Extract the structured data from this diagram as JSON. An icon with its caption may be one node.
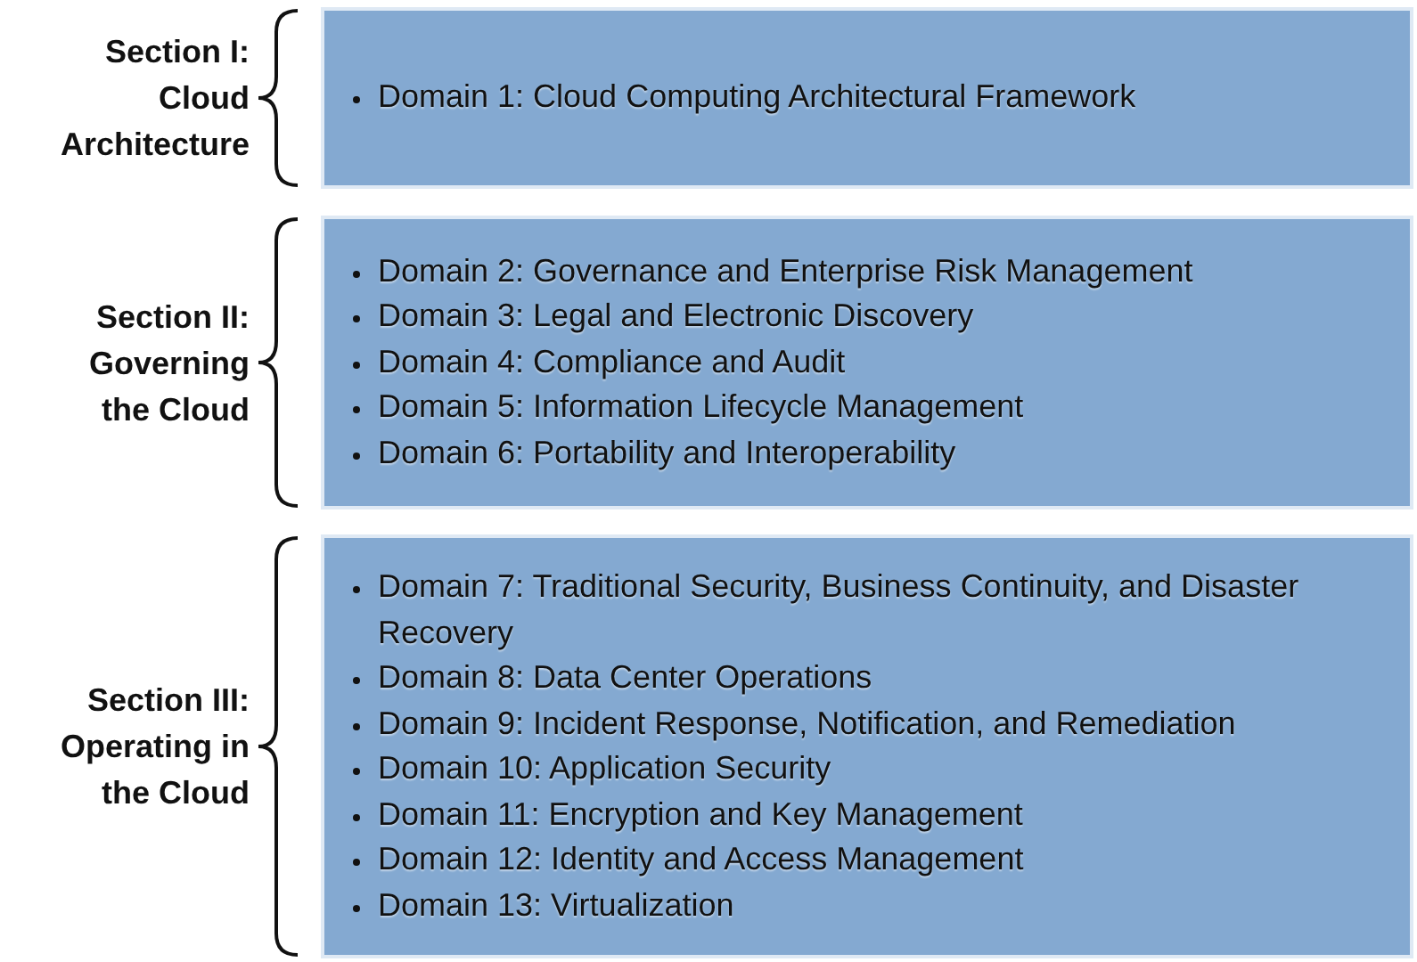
{
  "diagram": {
    "nodes": [
      {
        "text": [
          "Domain 1: Cloud Computing Architectural Framework"
        ],
        "beside": [
          "Section I: Cloud Architecture"
        ]
      },
      {
        "text": [
          "Domain 2: Governance and Enterprise Risk Management",
          "Domain 3: Legal and Electronic Discovery",
          "Domain 4: Compliance and Audit",
          "Domain 5: Information Lifecycle Management",
          "Domain 6: Portability and Interoperability"
        ],
        "beside": [
          "Section II: Governing the Cloud"
        ]
      },
      {
        "text": [
          "Domain 7: Traditional Security, Business Continuity, and Disaster Recovery",
          "Domain 8: Data Center Operations",
          "Domain 9: Incident Response, Notification, and Remediation",
          "Domain 10: Application Security",
          "Domain 11: Encryption and Key Management",
          "Domain 12: Identity and Access Management",
          "Domain 13: Virtualization"
        ],
        "beside": [
          "Section III: Operating in the Cloud"
        ]
      }
    ]
  }
}
